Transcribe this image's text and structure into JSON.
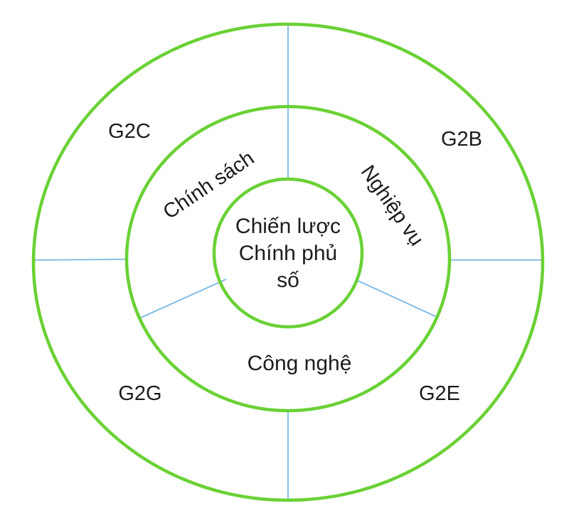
{
  "diagram": {
    "center_circle": {
      "lines": [
        "Chiến lược",
        "Chính phủ",
        "số"
      ]
    },
    "middle_ring": {
      "sectors": [
        "Chính sách",
        "Nghiệp vụ",
        "Công nghệ"
      ]
    },
    "outer_ring": {
      "sectors": [
        "G2C",
        "G2B",
        "G2G",
        "G2E"
      ]
    },
    "colors": {
      "ring_stroke": "#6ad135",
      "divider_line": "#79b8e6",
      "label_text": "#1c1c1c",
      "background": "#ffffff"
    }
  }
}
